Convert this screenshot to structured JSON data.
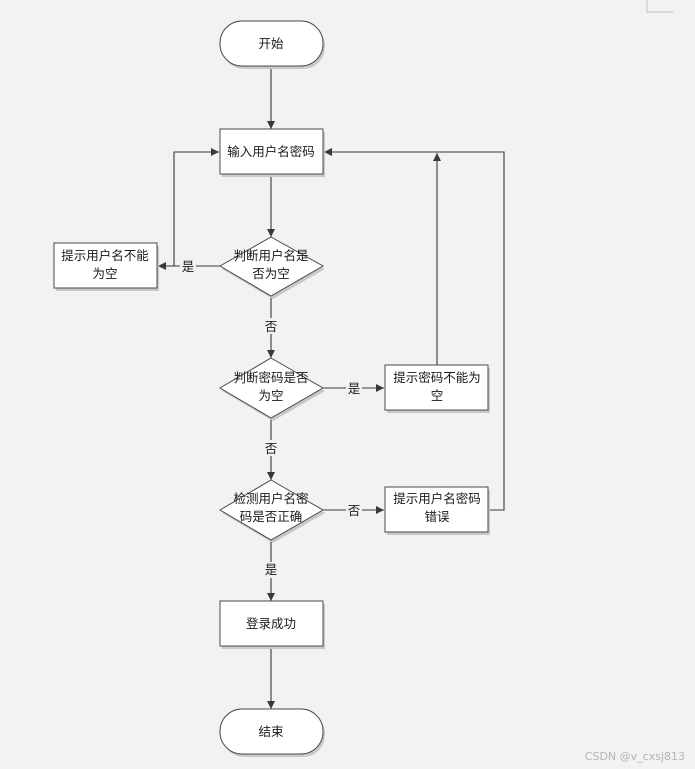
{
  "diagram": {
    "nodes": {
      "start": "开始",
      "input": "输入用户名密码",
      "check_user": [
        "判断用户名是",
        "否为空"
      ],
      "user_empty": [
        "提示用户名不能",
        "为空"
      ],
      "check_pwd": [
        "判断密码是否",
        "为空"
      ],
      "pwd_empty": [
        "提示密码不能为",
        "空"
      ],
      "check_match": [
        "检测用户名密",
        "码是否正确"
      ],
      "wrong": [
        "提示用户名密码",
        "错误"
      ],
      "success": "登录成功",
      "end": "结束"
    },
    "edge_labels": {
      "user_yes": "是",
      "user_no": "否",
      "pwd_yes": "是",
      "pwd_no": "否",
      "match_no": "否",
      "match_yes": "是"
    }
  },
  "watermark": "CSDN @v_cxsj813"
}
